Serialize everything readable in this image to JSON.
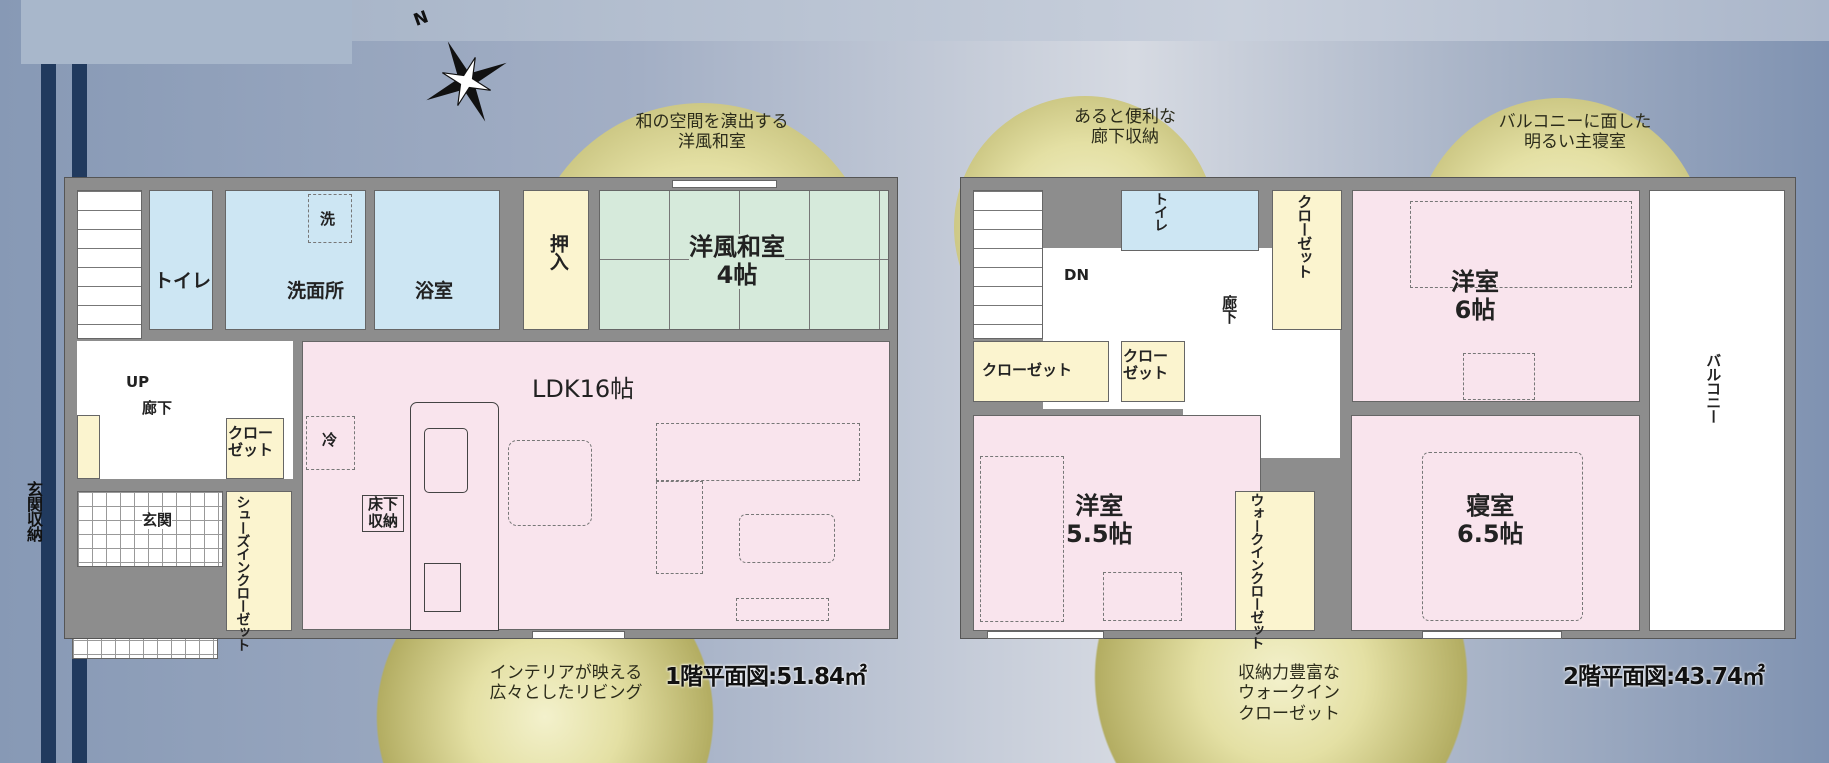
{
  "compass": {
    "north_label": "N"
  },
  "side_label": "玄関収納",
  "callouts": {
    "washitsu": [
      "和の空間を演出する",
      "洋風和室"
    ],
    "living": [
      "インテリアが映える",
      "広々としたリビング"
    ],
    "hall_storage": [
      "あると便利な",
      "廊下収納"
    ],
    "master": [
      "バルコニーに面した",
      "明るい主寝室"
    ],
    "wic": [
      "収納力豊富な",
      "ウォークイン",
      "クローゼット"
    ]
  },
  "floor1": {
    "title": "1階平面図:51.84㎡",
    "rooms": {
      "toilet": "トイレ",
      "washroom": "洗面所",
      "washer": "洗",
      "bath": "浴室",
      "oshiire": "押入",
      "washitsu_name": "洋風和室",
      "washitsu_size": "4帖",
      "ldk": "LDK16帖",
      "up": "UP",
      "hallway": "廊下",
      "closet": "クロー\nゼット",
      "genkan": "玄関",
      "shoes_closet": "シューズインクローゼット",
      "fridge": "冷",
      "underfloor": "床下\n収納"
    }
  },
  "floor2": {
    "title": "2階平面図:43.74㎡",
    "rooms": {
      "toilet": "トイレ",
      "dn": "DN",
      "hallway": "廊下",
      "closet_a": "クローゼット",
      "closet_b": "クローゼット",
      "closet_c": "クロー\nゼット",
      "western6_name": "洋室",
      "western6_size": "6帖",
      "western55_name": "洋室",
      "western55_size": "5.5帖",
      "wic": "ウォークインクローゼット",
      "bedroom_name": "寝室",
      "bedroom_size": "6.5帖",
      "balcony": "バルコニー"
    }
  }
}
